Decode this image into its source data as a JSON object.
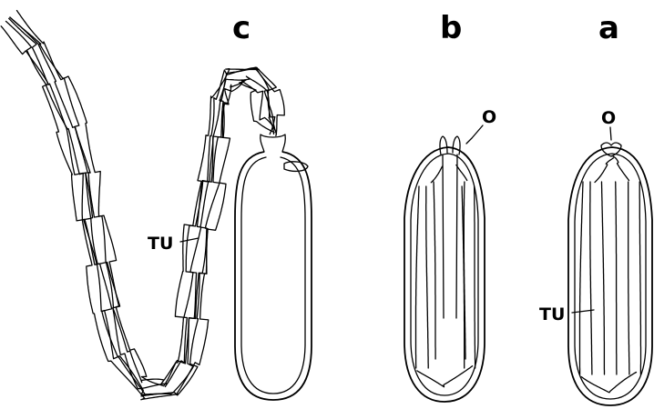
{
  "figure": {
    "panels": [
      {
        "id": "c",
        "letter": "c"
      },
      {
        "id": "b",
        "letter": "b"
      },
      {
        "id": "a",
        "letter": "a"
      }
    ],
    "labels": {
      "tubule_c": "TU",
      "tubule_a": "TU",
      "opening_b": "O",
      "opening_a": "O"
    }
  }
}
